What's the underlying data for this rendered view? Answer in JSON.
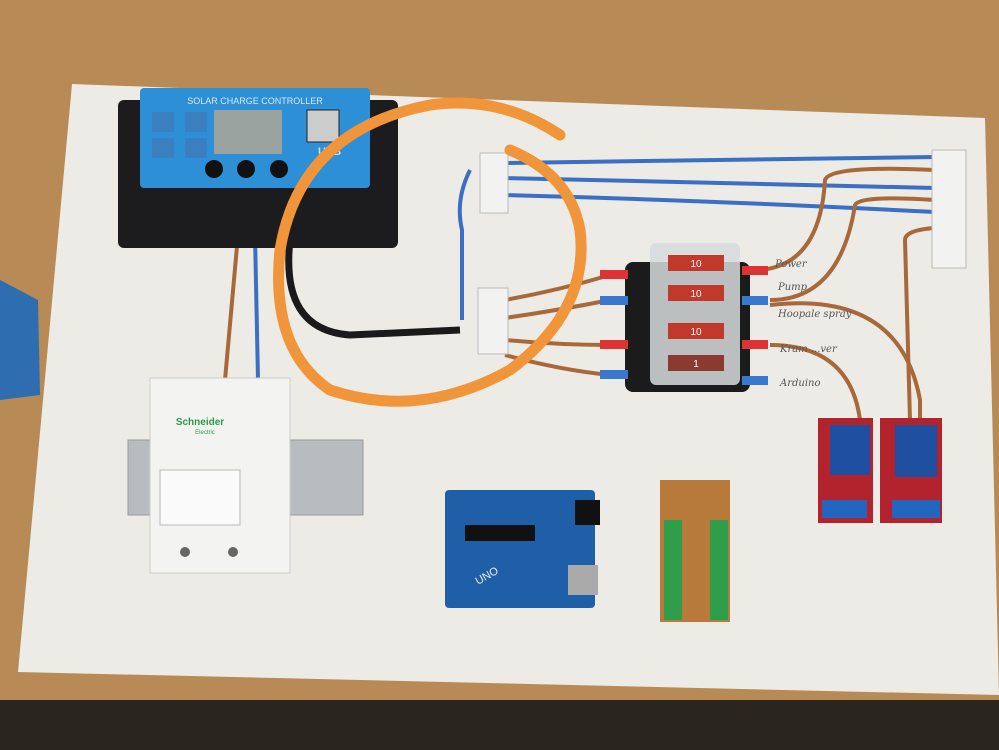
{
  "charge_controller": {
    "title": "SOLAR CHARGE CONTROLLER",
    "usb_label": "USB",
    "colors": {
      "body": "#2d8fd6",
      "case": "#1c1c1e",
      "lcd": "#9aa3a0"
    }
  },
  "breaker": {
    "brand": "Schneider",
    "sub": "Electric"
  },
  "fuse_box": {
    "fuses": [
      "10",
      "10",
      "10",
      "1"
    ],
    "fuse_color": "#c0392b"
  },
  "wire_labels": [
    "Power",
    "Pump",
    "Hoopale spray",
    "Kram ...ver",
    "Arduino"
  ],
  "arduino": {
    "label": "UNO",
    "color": "#1f5fa8"
  },
  "highlight_circle": {
    "color": "#f0953a"
  },
  "colors": {
    "table": "#b88a55",
    "board": "#efefea",
    "wire_blue": "#3a6fc4",
    "wire_brown": "#a8683a"
  }
}
